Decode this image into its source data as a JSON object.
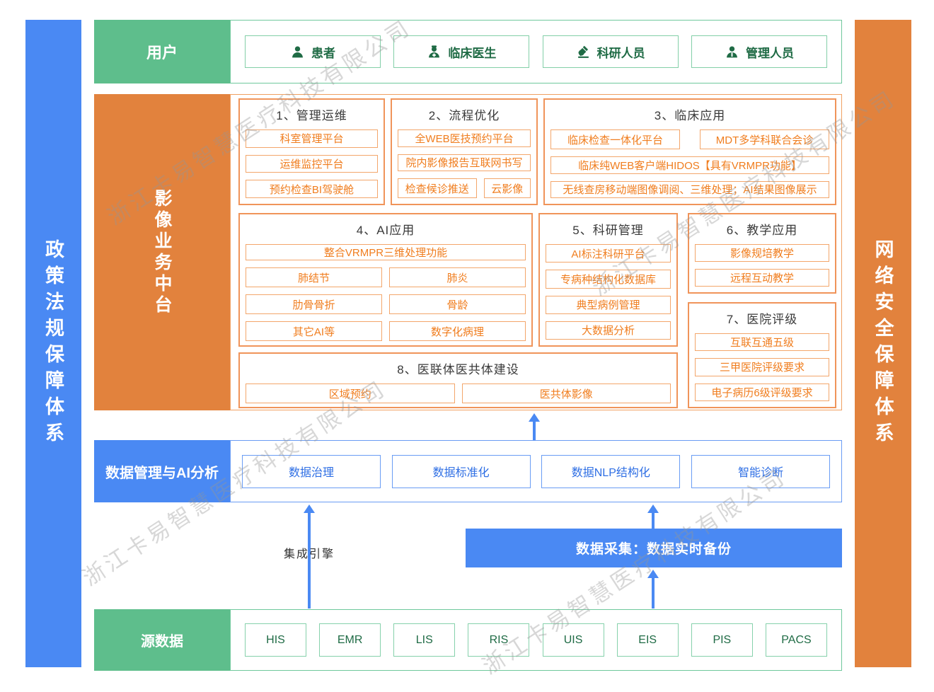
{
  "watermark": {
    "text": "浙江卡易智慧医疗科技有限公司"
  },
  "colors": {
    "green": "#5ebe8c",
    "orange": "#e2823d",
    "blue": "#4a89f3",
    "orange_text": "#f07d1e",
    "green_text": "#1f6b45",
    "blue_text": "#2f6fe4"
  },
  "left_bar": {
    "label": "政策法规保障体系"
  },
  "right_bar": {
    "label": "网络安全保障体系"
  },
  "users": {
    "label": "用户",
    "items": [
      {
        "icon": "patient-icon",
        "label": "患者"
      },
      {
        "icon": "doctor-icon",
        "label": "临床医生"
      },
      {
        "icon": "microscope-icon",
        "label": "科研人员"
      },
      {
        "icon": "admin-icon",
        "label": "管理人员"
      }
    ]
  },
  "platform": {
    "label": "影像业务中台",
    "groups": [
      {
        "title": "1、管理运维",
        "items": [
          "科室管理平台",
          "运维监控平台",
          "预约检查BI驾驶舱"
        ]
      },
      {
        "title": "2、流程优化",
        "items": [
          "全WEB医技预约平台",
          "院内影像报告互联网书写",
          "检查候诊推送",
          "云影像"
        ]
      },
      {
        "title": "3、临床应用",
        "items": [
          "临床检查一体化平台",
          "MDT多学科联合会诊",
          "临床纯WEB客户端HIDOS【具有VRMPR功能】",
          "无线查房移动端图像调阅、三维处理；AI结果图像展示"
        ]
      },
      {
        "title": "4、AI应用",
        "items": [
          "整合VRMPR三维处理功能",
          "肺结节",
          "肺炎",
          "肋骨骨折",
          "骨龄",
          "其它AI等",
          "数字化病理"
        ]
      },
      {
        "title": "5、科研管理",
        "items": [
          "AI标注科研平台",
          "专病种结构化数据库",
          "典型病例管理",
          "大数据分析"
        ]
      },
      {
        "title": "6、教学应用",
        "items": [
          "影像规培教学",
          "远程互动教学"
        ]
      },
      {
        "title": "7、医院评级",
        "items": [
          "互联互通五级",
          "三甲医院评级要求",
          "电子病历6级评级要求"
        ]
      },
      {
        "title": "8、医联体医共体建设",
        "items": [
          "区域预约",
          "医共体影像"
        ]
      }
    ]
  },
  "data_mgmt": {
    "label": "数据管理与AI分析",
    "items": [
      "数据治理",
      "数据标准化",
      "数据NLP结构化",
      "智能诊断"
    ]
  },
  "integration_engine": {
    "label": "集成引擎"
  },
  "data_collection": {
    "label": "数据采集：数据实时备份"
  },
  "source_data": {
    "label": "源数据",
    "items": [
      "HIS",
      "EMR",
      "LIS",
      "RIS",
      "UIS",
      "EIS",
      "PIS",
      "PACS"
    ]
  }
}
